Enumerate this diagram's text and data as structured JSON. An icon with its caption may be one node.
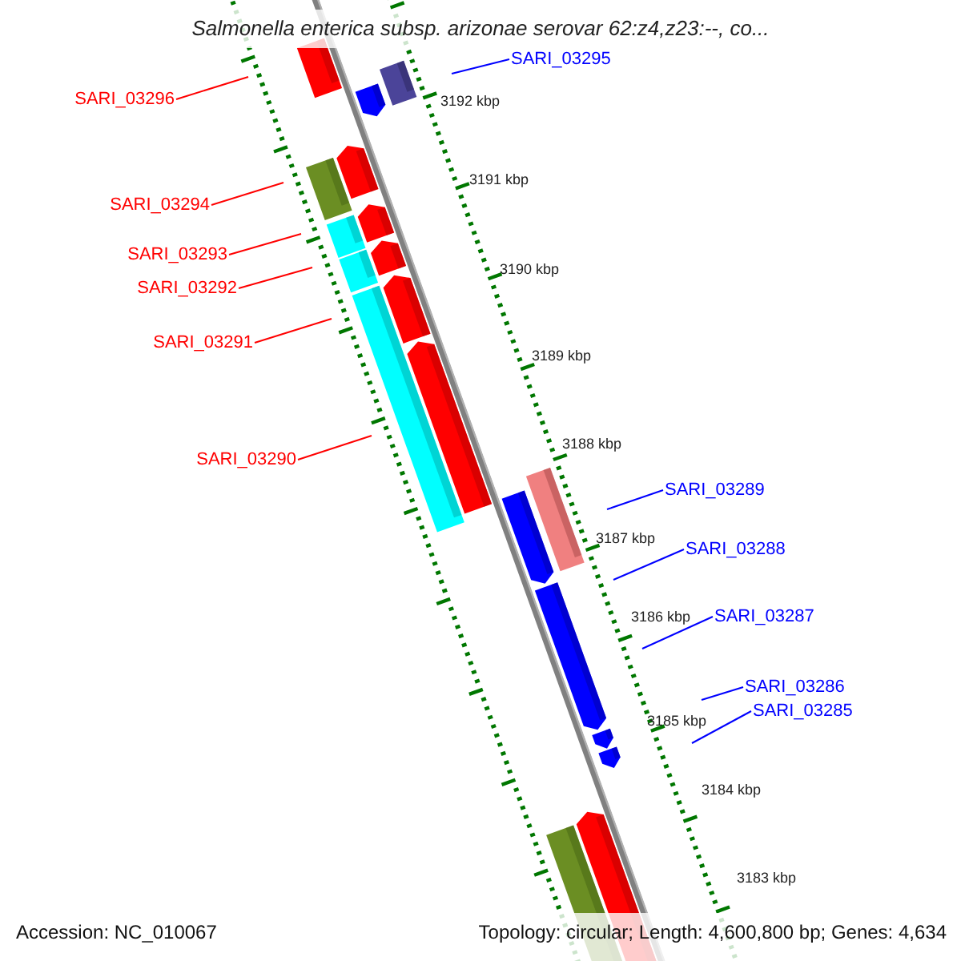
{
  "diagram": {
    "title": "Salmonella enterica subsp. arizonae serovar 62:z4,z23:--, co...",
    "nodes": [
      {
        "text": [
          "SARI_03295"
        ]
      },
      {
        "text": [
          "SARI_03296"
        ]
      },
      {
        "text": [
          "SARI_03294"
        ]
      },
      {
        "text": [
          "SARI_03293"
        ]
      },
      {
        "text": [
          "SARI_03292"
        ]
      },
      {
        "text": [
          "SARI_03291"
        ]
      },
      {
        "text": [
          "SARI_03290"
        ]
      },
      {
        "text": [
          "SARI_03289"
        ]
      },
      {
        "text": [
          "SARI_03288"
        ]
      },
      {
        "text": [
          "SARI_03287"
        ]
      },
      {
        "text": [
          "SARI_03286"
        ]
      },
      {
        "text": [
          "SARI_03285"
        ]
      }
    ],
    "edges": [
      {
        "from": 0,
        "to": null,
        "arrow": "none",
        "color": "#0000ff"
      },
      {
        "from": 1,
        "to": null,
        "arrow": "none",
        "color": "#ff0000"
      },
      {
        "from": 2,
        "to": null,
        "arrow": "none",
        "color": "#ff0000"
      },
      {
        "from": 3,
        "to": null,
        "arrow": "none",
        "color": "#ff0000"
      },
      {
        "from": 4,
        "to": null,
        "arrow": "none",
        "color": "#ff0000"
      },
      {
        "from": 5,
        "to": null,
        "arrow": "none",
        "color": "#ff0000"
      },
      {
        "from": 6,
        "to": null,
        "arrow": "none",
        "color": "#ff0000"
      },
      {
        "from": 7,
        "to": null,
        "arrow": "none",
        "color": "#0000ff"
      },
      {
        "from": 8,
        "to": null,
        "arrow": "none",
        "color": "#0000ff"
      },
      {
        "from": 9,
        "to": null,
        "arrow": "none",
        "color": "#0000ff"
      },
      {
        "from": 10,
        "to": null,
        "arrow": "none",
        "color": "#0000ff"
      },
      {
        "from": 11,
        "to": null,
        "arrow": "none",
        "color": "#0000ff"
      }
    ],
    "labels": [
      "3192 kbp",
      "3191 kbp",
      "3190 kbp",
      "3189 kbp",
      "3188 kbp",
      "3187 kbp",
      "3186 kbp",
      "3185 kbp",
      "3184 kbp",
      "3183 kbp",
      "Accession: NC_010067",
      "Topology: circular; Length: 4,600,800 bp; Genes: 4,634"
    ]
  }
}
